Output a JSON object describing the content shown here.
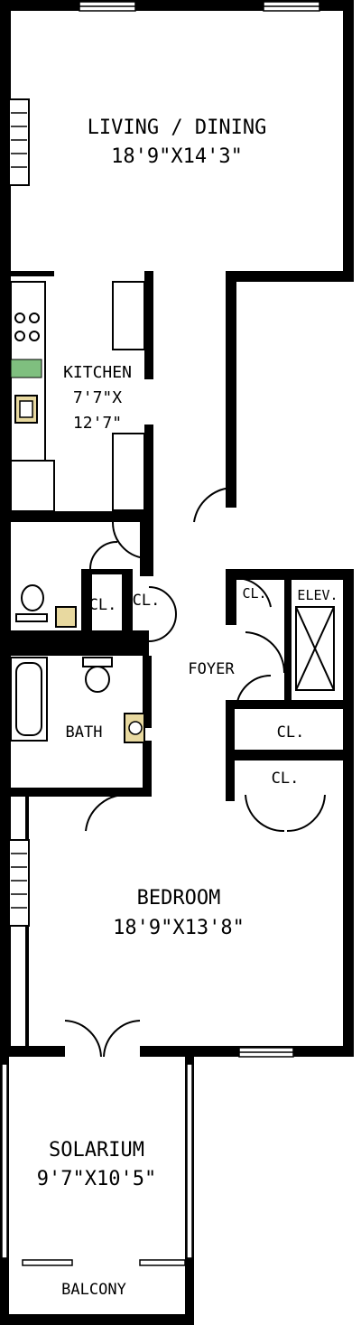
{
  "rooms": {
    "living_dining": {
      "name": "LIVING / DINING",
      "size": "18'9\"X14'3\""
    },
    "kitchen": {
      "name": "KITCHEN",
      "size_line1": "7'7\"X",
      "size_line2": "12'7\""
    },
    "closet_a": {
      "name": "CL."
    },
    "closet_b": {
      "name": "CL."
    },
    "closet_c": {
      "name": "CL."
    },
    "closet_d": {
      "name": "CL."
    },
    "closet_e": {
      "name": "CL."
    },
    "elevator": {
      "name": "ELEV."
    },
    "foyer": {
      "name": "FOYER"
    },
    "bath": {
      "name": "BATH"
    },
    "bedroom": {
      "name": "BEDROOM",
      "size": "18'9\"X13'8\""
    },
    "solarium": {
      "name": "SOLARIUM",
      "size": "9'7\"X10'5\""
    },
    "balcony": {
      "name": "BALCONY"
    }
  },
  "colors": {
    "wall": "#000000",
    "range_top": "#7fbf7f",
    "sink": "#e8d9a0"
  }
}
